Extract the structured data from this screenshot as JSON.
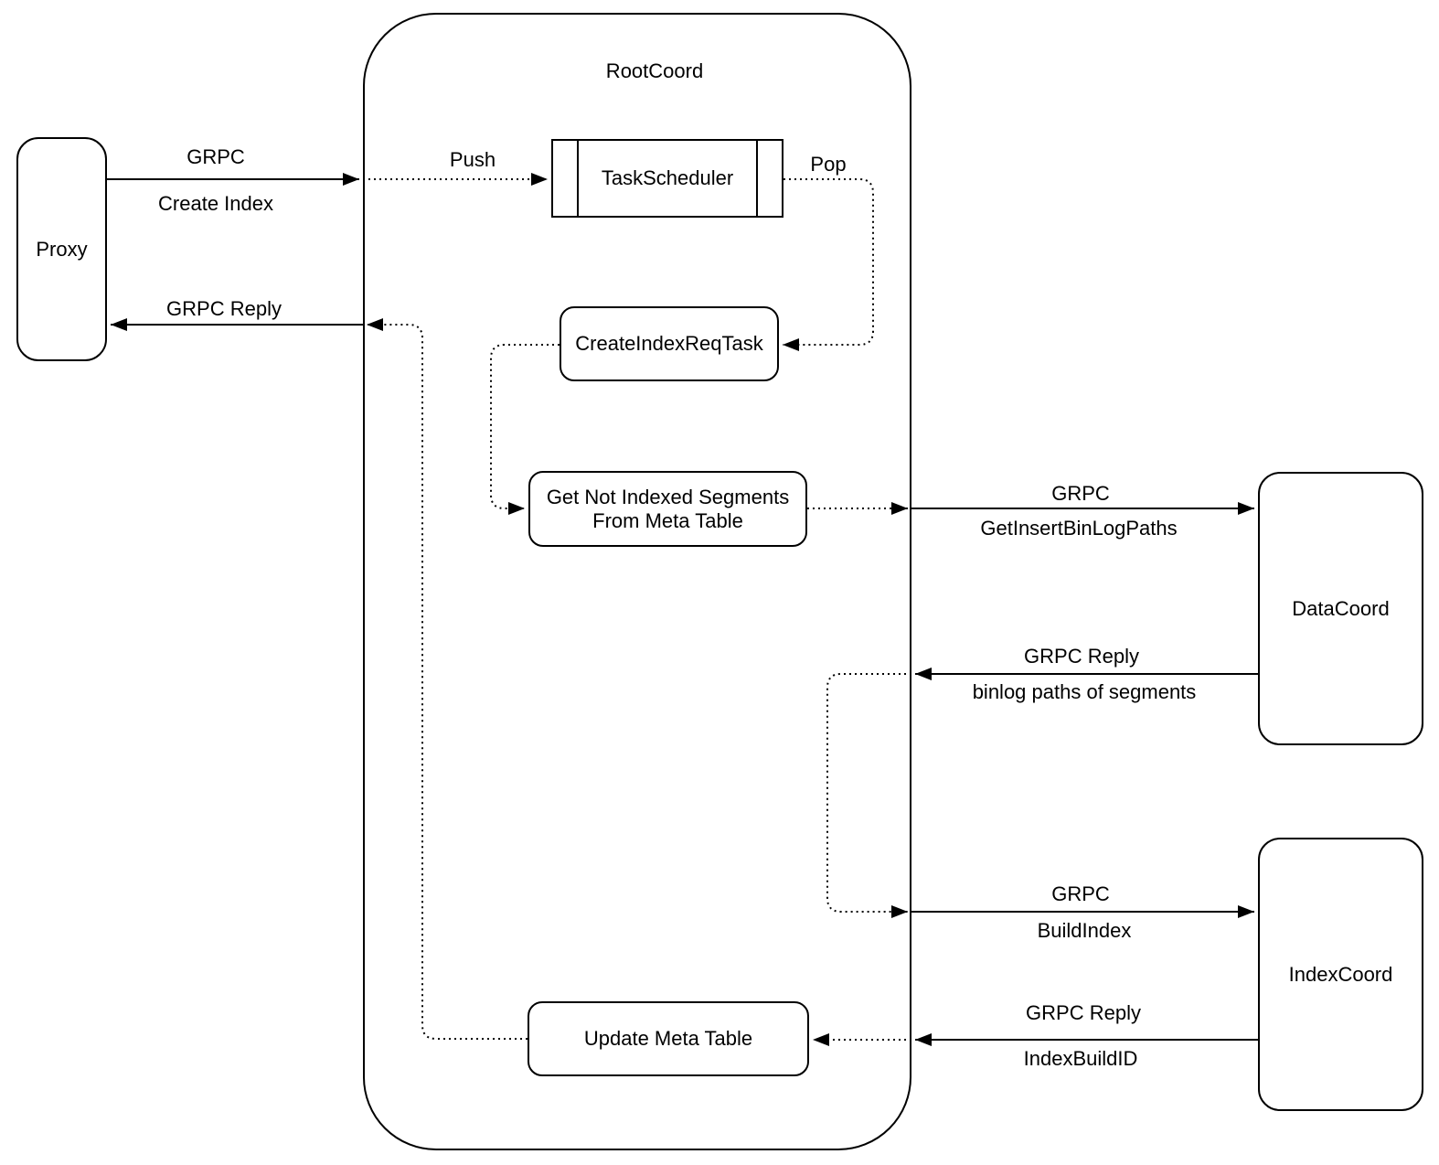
{
  "nodes": {
    "proxy": "Proxy",
    "root_coord": "RootCoord",
    "task_scheduler": "TaskScheduler",
    "create_index_req_task": "CreateIndexReqTask",
    "get_not_indexed_segments": {
      "line1": "Get Not Indexed Segments",
      "line2": "From Meta Table"
    },
    "update_meta_table": "Update Meta Table",
    "data_coord": "DataCoord",
    "index_coord": "IndexCoord"
  },
  "edges": {
    "create_index": {
      "protocol": "GRPC",
      "detail": "Create Index"
    },
    "proxy_reply": {
      "protocol": "GRPC Reply"
    },
    "push": {
      "label": "Push"
    },
    "pop": {
      "label": "Pop"
    },
    "get_insert_binlog_paths": {
      "protocol": "GRPC",
      "detail": "GetInsertBinLogPaths"
    },
    "binlog_paths_reply": {
      "protocol": "GRPC Reply",
      "detail": "binlog paths of segments"
    },
    "build_index": {
      "protocol": "GRPC",
      "detail": "BuildIndex"
    },
    "index_build_id_reply": {
      "protocol": "GRPC Reply",
      "detail": "IndexBuildID"
    }
  },
  "colors": {
    "stroke": "#000000",
    "background": "#ffffff",
    "text": "#000000"
  }
}
